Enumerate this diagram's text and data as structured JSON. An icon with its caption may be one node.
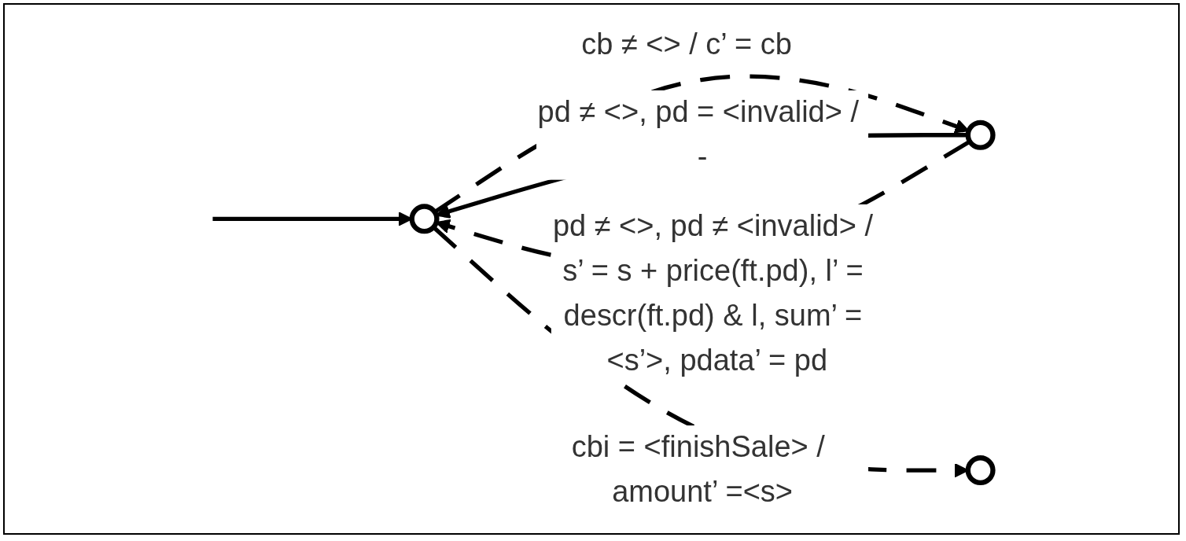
{
  "diagram": {
    "nodes": [
      {
        "text": [],
        "shape": "ellipse"
      },
      {
        "text": [],
        "shape": "ellipse"
      },
      {
        "text": [],
        "shape": "ellipse"
      }
    ],
    "edges": [
      {
        "from": null,
        "to": 0,
        "arrow": "to"
      },
      {
        "from": 0,
        "to": 1,
        "arrow": "to",
        "label": "cb ≠ <>  / c’ = cb",
        "style": "dashed"
      },
      {
        "from": 1,
        "to": 0,
        "arrow": "to",
        "label": "pd ≠ <>, pd = <invalid> / -"
      },
      {
        "from": 1,
        "to": 0,
        "arrow": "to",
        "label": "pd ≠ <>, pd ≠ <invalid> / s’ = s + price(ft.pd), l’ = descr(ft.pd) & l, sum’ = <s’>, pdata’ = pd",
        "style": "dashed"
      },
      {
        "from": 0,
        "to": 2,
        "arrow": "to",
        "label": "cbi = <finishSale> / amount’ =<s>",
        "style": "dashed"
      }
    ]
  }
}
